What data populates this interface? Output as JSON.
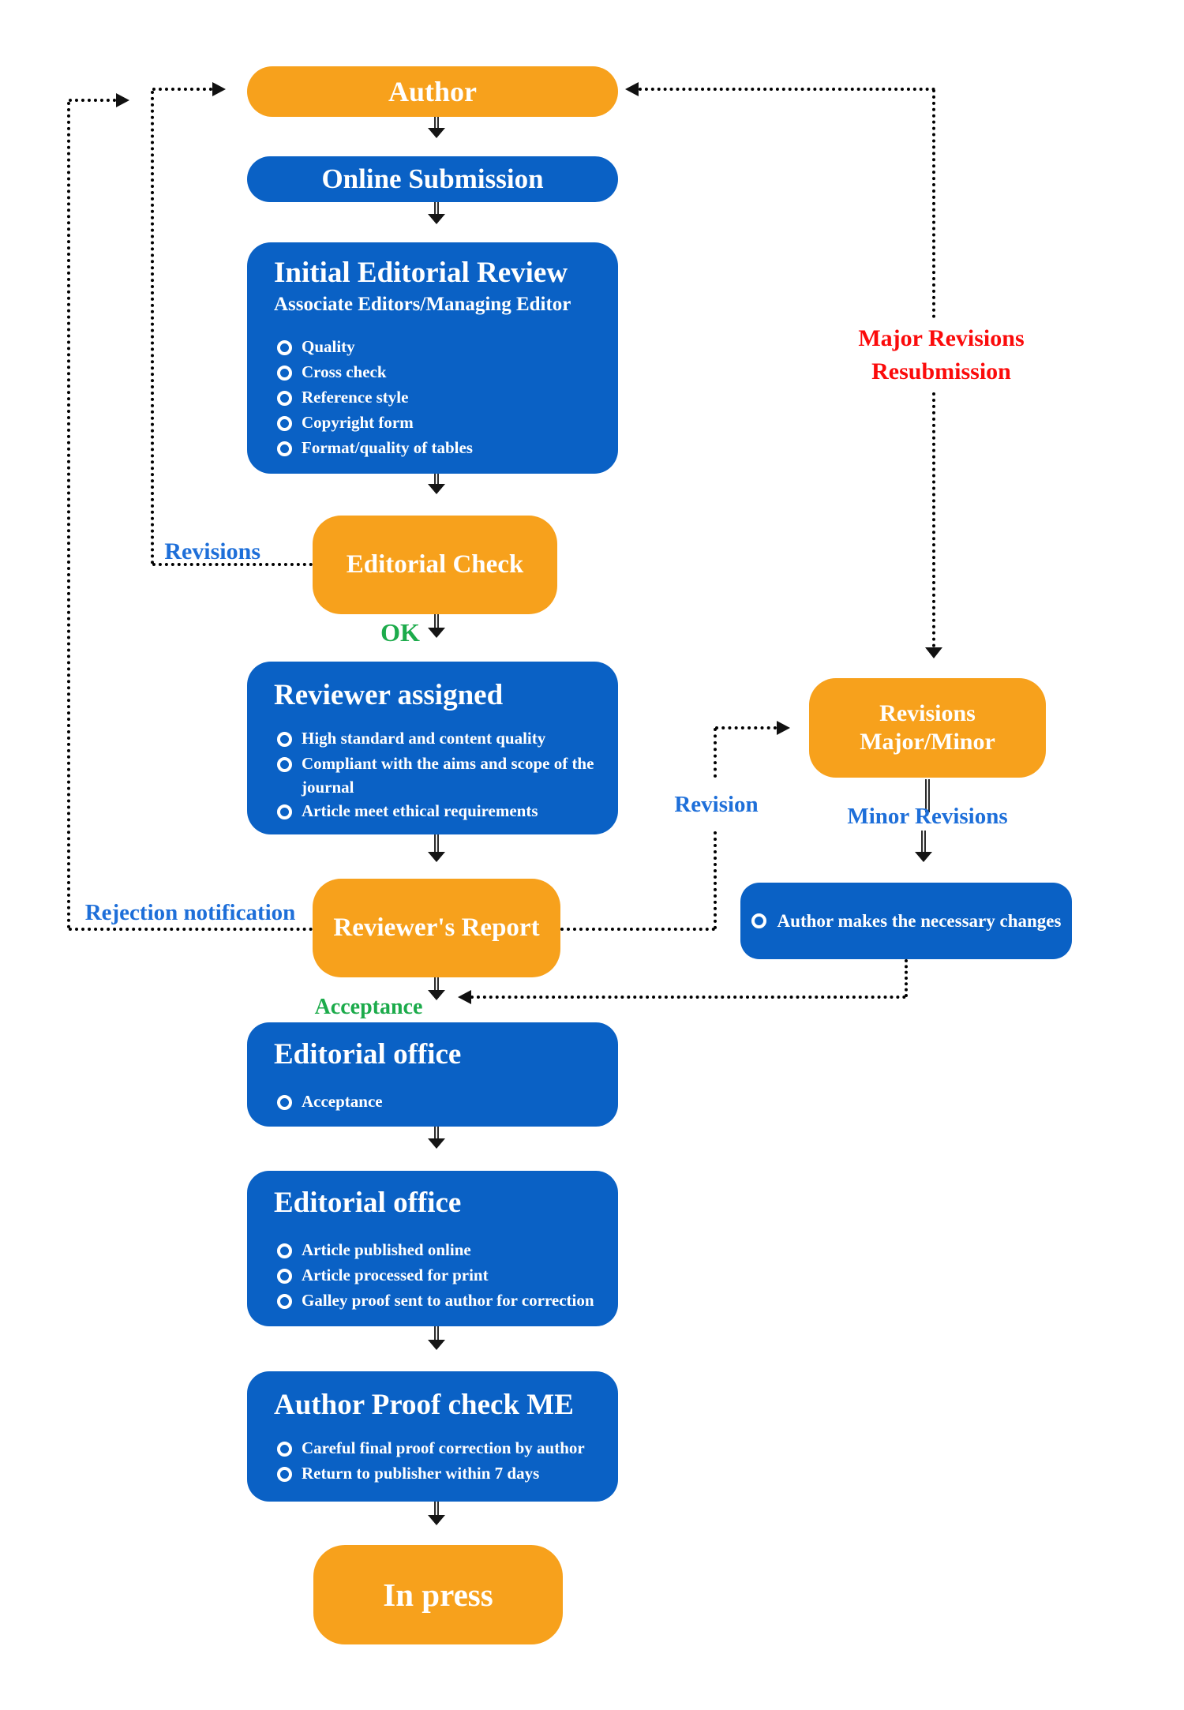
{
  "colors": {
    "box_orange": "#F7A11C",
    "box_blue": "#0A61C5",
    "label_blue": "#1E6FD9",
    "label_green": "#1CAB4B",
    "label_red": "#FB0B0B",
    "arrow_black": "#151515",
    "text_white": "#FFFFFF",
    "background": "#FFFFFF"
  },
  "boxes": {
    "author": {
      "label": "Author"
    },
    "online_submission": {
      "label": "Online Submission"
    },
    "initial_editorial_review": {
      "title": "Initial Editorial Review",
      "subtitle": "Associate Editors/Managing Editor",
      "bullets": [
        "Quality",
        "Cross check",
        "Reference style",
        "Copyright form",
        "Format/quality of tables"
      ]
    },
    "editorial_check": {
      "label": "Editorial Check"
    },
    "reviewer_assigned": {
      "title": "Reviewer assigned",
      "bullets": [
        "High standard and content quality",
        "Compliant with the aims and scope of the journal",
        "Article meet ethical requirements"
      ]
    },
    "reviewers_report": {
      "label": "Reviewer's Report"
    },
    "revisions_major_minor": {
      "line1": "Revisions",
      "line2": "Major/Minor"
    },
    "author_changes": {
      "text": "Author makes the necessary changes"
    },
    "editorial_office_1": {
      "title": "Editorial office",
      "bullets": [
        "Acceptance"
      ]
    },
    "editorial_office_2": {
      "title": "Editorial office",
      "bullets": [
        "Article published online",
        "Article processed for print",
        "Galley proof sent to author for correction"
      ]
    },
    "author_proof_check": {
      "title": "Author Proof check ME",
      "bullets": [
        "Careful final proof correction by author",
        "Return to publisher within 7 days"
      ]
    },
    "in_press": {
      "label": "In press"
    }
  },
  "labels": {
    "revisions": "Revisions",
    "rejection_notification": "Rejection notification",
    "major_revisions": {
      "line1": "Major Revisions",
      "line2": "Resubmission"
    },
    "revision": "Revision",
    "minor_revisions": "Minor Revisions",
    "ok": "OK",
    "acceptance": "Acceptance"
  }
}
